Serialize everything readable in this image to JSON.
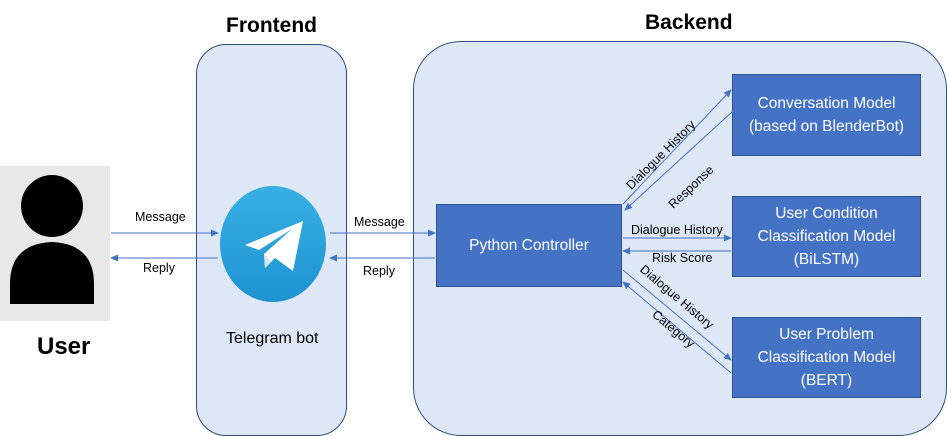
{
  "titles": {
    "frontend": "Frontend",
    "backend": "Backend",
    "user": "User"
  },
  "telegram": {
    "label": "Telegram bot"
  },
  "controller": {
    "label": "Python Controller"
  },
  "models": {
    "conversation": [
      "Conversation Model",
      "(based on BlenderBot)"
    ],
    "condition": [
      "User Condition",
      "Classification Model",
      "(BiLSTM)"
    ],
    "problem": [
      "User Problem",
      "Classification Model",
      "(BERT)"
    ]
  },
  "edges": {
    "user_message": "Message",
    "user_reply": "Reply",
    "ctrl_message": "Message",
    "ctrl_reply": "Reply",
    "conv_history": "Dialogue History",
    "conv_response": "Response",
    "cond_history": "Dialogue History",
    "cond_risk": "Risk Score",
    "prob_history": "Dialogue History",
    "prob_category": "Category"
  },
  "icons": [
    "user-icon",
    "telegram-icon"
  ],
  "colors": {
    "box_fill": "#4472c4",
    "panel_fill": "#dde7f5",
    "arrow": "#4472c4",
    "telegram_blue": "#2ea0dd"
  }
}
